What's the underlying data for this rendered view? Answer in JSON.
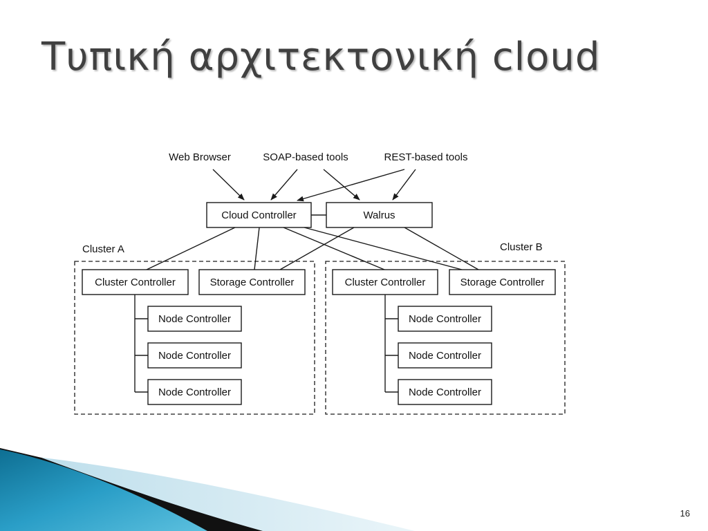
{
  "slide": {
    "title": "Τυπική αρχιτεκτονική cloud",
    "number": "16"
  },
  "diagram": {
    "clients": {
      "web_browser": "Web Browser",
      "soap_tools": "SOAP-based tools",
      "rest_tools": "REST-based tools"
    },
    "cloud_controller": "Cloud Controller",
    "walrus": "Walrus",
    "cluster_a": {
      "label": "Cluster A",
      "cluster_controller": "Cluster Controller",
      "storage_controller": "Storage Controller",
      "nodes": [
        "Node Controller",
        "Node Controller",
        "Node Controller"
      ]
    },
    "cluster_b": {
      "label": "Cluster B",
      "cluster_controller": "Cluster Controller",
      "storage_controller": "Storage Controller",
      "nodes": [
        "Node Controller",
        "Node Controller",
        "Node Controller"
      ]
    }
  },
  "colors": {
    "title": "#404040",
    "footer_blue": "#1a86ad",
    "footer_light": "#cfe6f0"
  }
}
